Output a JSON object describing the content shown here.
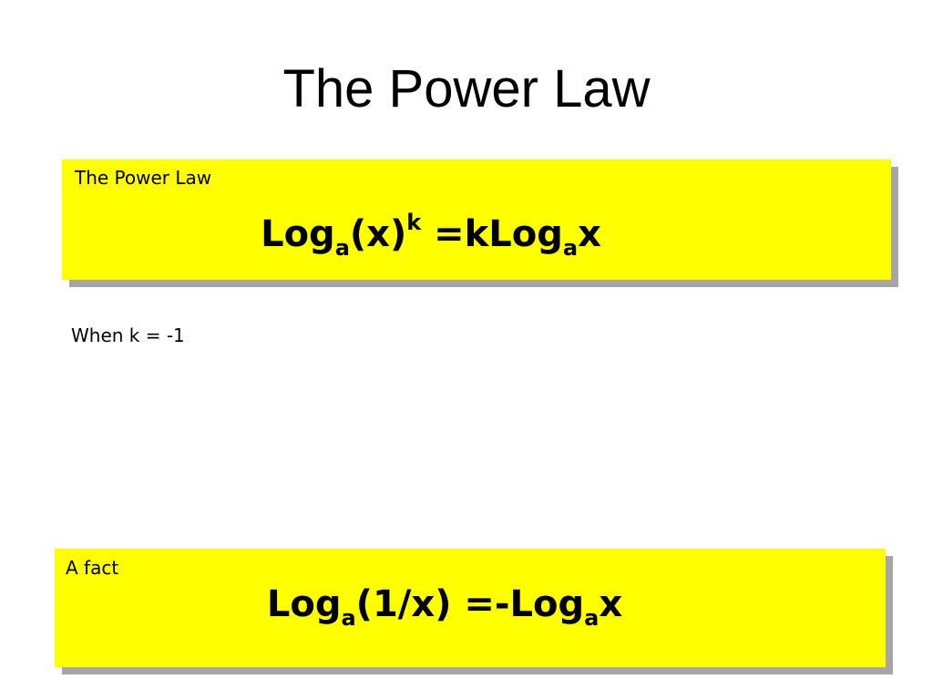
{
  "slide": {
    "title": "The Power Law"
  },
  "boxes": [
    {
      "label": "The Power Law",
      "formula": {
        "log1": "Log",
        "base1": "a",
        "arg": "(x)",
        "exponent": "k",
        "equals": " =kLog",
        "base2": "a",
        "var": "x"
      },
      "background": "#ffff00",
      "shadow": "#a6a6a6"
    },
    {
      "label": "A fact",
      "formula": {
        "log1": "Log",
        "base1": "a",
        "arg": "(1/x) =-Log",
        "base2": "a",
        "var": "x"
      },
      "background": "#ffff00",
      "shadow": "#a6a6a6"
    }
  ],
  "note": "When k = -1"
}
